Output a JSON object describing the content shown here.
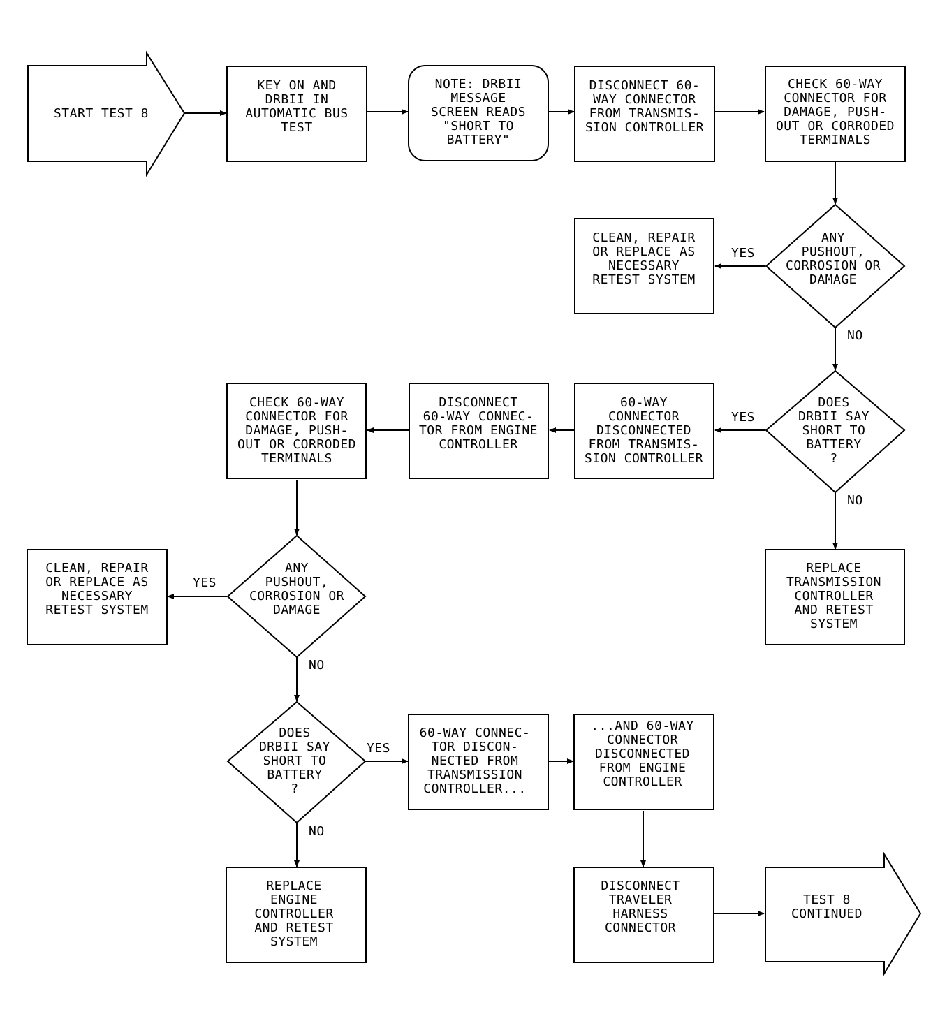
{
  "nodes": {
    "start": {
      "lines": [
        "START TEST 8"
      ]
    },
    "key_on": {
      "lines": [
        "KEY ON AND",
        "DRBII IN",
        "AUTOMATIC BUS",
        "TEST"
      ]
    },
    "note": {
      "lines": [
        "NOTE: DRBII",
        "MESSAGE",
        "SCREEN READS",
        "\"SHORT TO",
        "BATTERY\""
      ]
    },
    "disconnect_tc": {
      "lines": [
        "DISCONNECT 60-",
        "WAY CONNECTOR",
        "FROM TRANSMIS-",
        "SION CONTROLLER"
      ]
    },
    "check_tc": {
      "lines": [
        "CHECK 60-WAY",
        "CONNECTOR FOR",
        "DAMAGE, PUSH-",
        "OUT OR CORRODED",
        "TERMINALS"
      ]
    },
    "any_pushout_1": {
      "lines": [
        "ANY",
        "PUSHOUT,",
        "CORROSION OR",
        "DAMAGE"
      ]
    },
    "clean_repair_1": {
      "lines": [
        "CLEAN, REPAIR",
        "OR REPLACE AS",
        "NECESSARY",
        "RETEST SYSTEM"
      ]
    },
    "does_drbii_1": {
      "lines": [
        "DOES",
        "DRBII SAY",
        "SHORT TO",
        "BATTERY",
        "?"
      ]
    },
    "tc_disconnected": {
      "lines": [
        "60-WAY",
        "CONNECTOR",
        "DISCONNECTED",
        "FROM TRANSMIS-",
        "SION CONTROLLER"
      ]
    },
    "disconnect_ec": {
      "lines": [
        "DISCONNECT",
        "60-WAY CONNEC-",
        "TOR FROM ENGINE",
        "CONTROLLER"
      ]
    },
    "check_ec": {
      "lines": [
        "CHECK 60-WAY",
        "CONNECTOR FOR",
        "DAMAGE, PUSH-",
        "OUT OR CORRODED",
        "TERMINALS"
      ]
    },
    "replace_tc": {
      "lines": [
        "REPLACE",
        "TRANSMISSION",
        "CONTROLLER",
        "AND RETEST",
        "SYSTEM"
      ]
    },
    "any_pushout_2": {
      "lines": [
        "ANY",
        "PUSHOUT,",
        "CORROSION OR",
        "DAMAGE"
      ]
    },
    "clean_repair_2": {
      "lines": [
        "CLEAN, REPAIR",
        "OR REPLACE AS",
        "NECESSARY",
        "RETEST SYSTEM"
      ]
    },
    "does_drbii_2": {
      "lines": [
        "DOES",
        "DRBII SAY",
        "SHORT TO",
        "BATTERY",
        "?"
      ]
    },
    "both_disconnected_a": {
      "lines": [
        "60-WAY CONNEC-",
        "TOR DISCON-",
        "NECTED FROM",
        "TRANSMISSION",
        "CONTROLLER..."
      ]
    },
    "both_disconnected_b": {
      "lines": [
        "...AND 60-WAY",
        "CONNECTOR",
        "DISCONNECTED",
        "FROM ENGINE",
        "CONTROLLER"
      ]
    },
    "replace_ec": {
      "lines": [
        "REPLACE",
        "ENGINE",
        "CONTROLLER",
        "AND RETEST",
        "SYSTEM"
      ]
    },
    "disconnect_traveler": {
      "lines": [
        "DISCONNECT",
        "TRAVELER",
        "HARNESS",
        "CONNECTOR"
      ]
    },
    "continued": {
      "lines": [
        "TEST 8",
        "CONTINUED"
      ]
    }
  },
  "edge_labels": {
    "yes_1": "YES",
    "no_1": "NO",
    "yes_2": "YES",
    "no_2": "NO",
    "yes_3": "YES",
    "no_3": "NO",
    "yes_4": "YES",
    "no_4": "NO"
  }
}
